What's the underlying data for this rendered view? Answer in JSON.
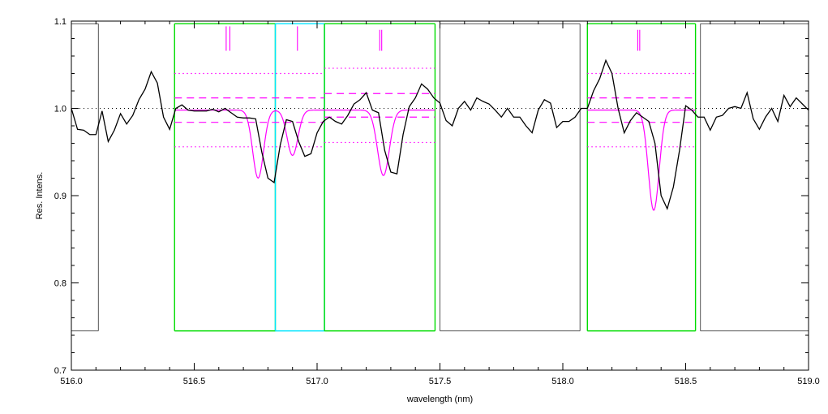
{
  "chart_data": {
    "type": "line",
    "title": "",
    "xlabel": "wavelength (nm)",
    "ylabel": "Res. Intens.",
    "xlim": [
      516.0,
      519.0
    ],
    "ylim": [
      0.7,
      1.1
    ],
    "x_ticks": [
      516.0,
      516.5,
      517.0,
      517.5,
      518.0,
      518.5,
      519.0
    ],
    "x_tick_labels": [
      "516.0",
      "516.5",
      "517.0",
      "517.5",
      "518.0",
      "518.5",
      "519.0"
    ],
    "y_ticks": [
      0.7,
      0.8,
      0.9,
      1.0,
      1.1
    ],
    "y_tick_labels": [
      "0.7",
      "0.8",
      "0.9",
      "1.0",
      "1.1"
    ],
    "continuum_level": 1.0,
    "colors": {
      "spectrum": "#000000",
      "fit": "#ff00ff",
      "window_used": "#00dd00",
      "window_blend": "#00e5ff",
      "window_unused": "#555555",
      "reference": "#000000"
    },
    "spectrum": {
      "x": [
        516.0,
        516.025,
        516.05,
        516.075,
        516.1,
        516.125,
        516.15,
        516.175,
        516.2,
        516.225,
        516.25,
        516.275,
        516.3,
        516.325,
        516.35,
        516.375,
        516.4,
        516.425,
        516.45,
        516.475,
        516.5,
        516.525,
        516.55,
        516.575,
        516.6,
        516.625,
        516.65,
        516.675,
        516.7,
        516.725,
        516.75,
        516.775,
        516.8,
        516.825,
        516.85,
        516.875,
        516.9,
        516.925,
        516.95,
        516.975,
        517.0,
        517.025,
        517.05,
        517.075,
        517.1,
        517.125,
        517.15,
        517.175,
        517.2,
        517.225,
        517.25,
        517.275,
        517.3,
        517.325,
        517.35,
        517.375,
        517.4,
        517.425,
        517.45,
        517.475,
        517.5,
        517.525,
        517.55,
        517.575,
        517.6,
        517.625,
        517.65,
        517.675,
        517.7,
        517.725,
        517.75,
        517.775,
        517.8,
        517.825,
        517.85,
        517.875,
        517.9,
        517.925,
        517.95,
        517.975,
        518.0,
        518.025,
        518.05,
        518.075,
        518.1,
        518.125,
        518.15,
        518.175,
        518.2,
        518.225,
        518.25,
        518.275,
        518.3,
        518.325,
        518.35,
        518.375,
        518.4,
        518.425,
        518.45,
        518.475,
        518.5,
        518.525,
        518.55,
        518.575,
        518.6,
        518.625,
        518.65,
        518.675,
        518.7,
        518.725,
        518.75,
        518.775,
        518.8,
        518.825,
        518.85,
        518.875,
        518.9,
        518.925,
        518.95,
        518.975,
        519.0
      ],
      "y": [
        1.0,
        0.976,
        0.975,
        0.97,
        0.97,
        0.997,
        0.962,
        0.975,
        0.994,
        0.982,
        0.992,
        1.01,
        1.022,
        1.042,
        1.029,
        0.99,
        0.976,
        1.0,
        1.004,
        0.998,
        0.997,
        0.997,
        0.997,
        0.999,
        0.996,
        1.0,
        0.995,
        0.99,
        0.989,
        0.989,
        0.988,
        0.95,
        0.92,
        0.915,
        0.958,
        0.987,
        0.985,
        0.962,
        0.945,
        0.948,
        0.972,
        0.985,
        0.99,
        0.985,
        0.982,
        0.992,
        1.005,
        1.01,
        1.018,
        0.998,
        0.995,
        0.952,
        0.927,
        0.925,
        0.97,
        1.002,
        1.012,
        1.028,
        1.022,
        1.012,
        1.006,
        0.986,
        0.98,
        1.0,
        1.008,
        0.998,
        1.012,
        1.008,
        1.005,
        0.998,
        0.99,
        1.0,
        0.99,
        0.99,
        0.98,
        0.972,
        0.998,
        1.01,
        1.006,
        0.978,
        0.985,
        0.985,
        0.99,
        1.0,
        1.0,
        1.02,
        1.034,
        1.055,
        1.04,
        1.0,
        0.972,
        0.986,
        0.995,
        0.99,
        0.985,
        0.96,
        0.9,
        0.885,
        0.91,
        0.952,
        1.003,
        0.998,
        0.99,
        0.99,
        0.975,
        0.99,
        0.992,
        1.0,
        1.002,
        1.0,
        1.018,
        0.988,
        0.976,
        0.99,
        1.0,
        0.985,
        1.015,
        1.002,
        1.012,
        1.005,
        0.998
      ]
    },
    "fit": {
      "continuum": 0.998,
      "lines": [
        {
          "center": 516.76,
          "depth": 0.078,
          "sigma": 0.022
        },
        {
          "center": 516.9,
          "depth": 0.052,
          "sigma": 0.022
        },
        {
          "center": 517.27,
          "depth": 0.075,
          "sigma": 0.024
        },
        {
          "center": 518.37,
          "depth": 0.115,
          "sigma": 0.022
        }
      ]
    },
    "windows": [
      {
        "kind": "unused",
        "x0": 515.8,
        "x1": 516.11
      },
      {
        "kind": "used",
        "x0": 516.42,
        "x1": 516.83
      },
      {
        "kind": "blend",
        "x0": 516.83,
        "x1": 517.03
      },
      {
        "kind": "used",
        "x0": 517.03,
        "x1": 517.48
      },
      {
        "kind": "unused",
        "x0": 517.5,
        "x1": 518.07
      },
      {
        "kind": "used",
        "x0": 518.1,
        "x1": 518.54
      },
      {
        "kind": "unused",
        "x0": 518.56,
        "x1": 519.2
      }
    ],
    "window_bottom": 0.745,
    "window_top": 1.097,
    "continuum_bands": [
      {
        "x0": 516.42,
        "x1": 517.03,
        "dashed": [
          1.012,
          0.984
        ],
        "dotted": [
          1.04,
          0.956
        ]
      },
      {
        "x0": 517.03,
        "x1": 517.48,
        "dashed": [
          1.017,
          0.99
        ],
        "dotted": [
          1.046,
          0.961
        ]
      },
      {
        "x0": 518.1,
        "x1": 518.54,
        "dashed": [
          1.012,
          0.984
        ],
        "dotted": [
          1.04,
          0.956
        ]
      }
    ],
    "line_markers": [
      {
        "x": 516.63,
        "y0": 1.066,
        "y1": 1.094
      },
      {
        "x": 516.645,
        "y0": 1.066,
        "y1": 1.094
      },
      {
        "x": 516.92,
        "y0": 1.066,
        "y1": 1.094
      },
      {
        "x": 517.255,
        "y0": 1.066,
        "y1": 1.09
      },
      {
        "x": 517.263,
        "y0": 1.066,
        "y1": 1.09
      },
      {
        "x": 518.305,
        "y0": 1.066,
        "y1": 1.09
      },
      {
        "x": 518.313,
        "y0": 1.066,
        "y1": 1.09
      }
    ],
    "grid": false,
    "legend": "none"
  }
}
